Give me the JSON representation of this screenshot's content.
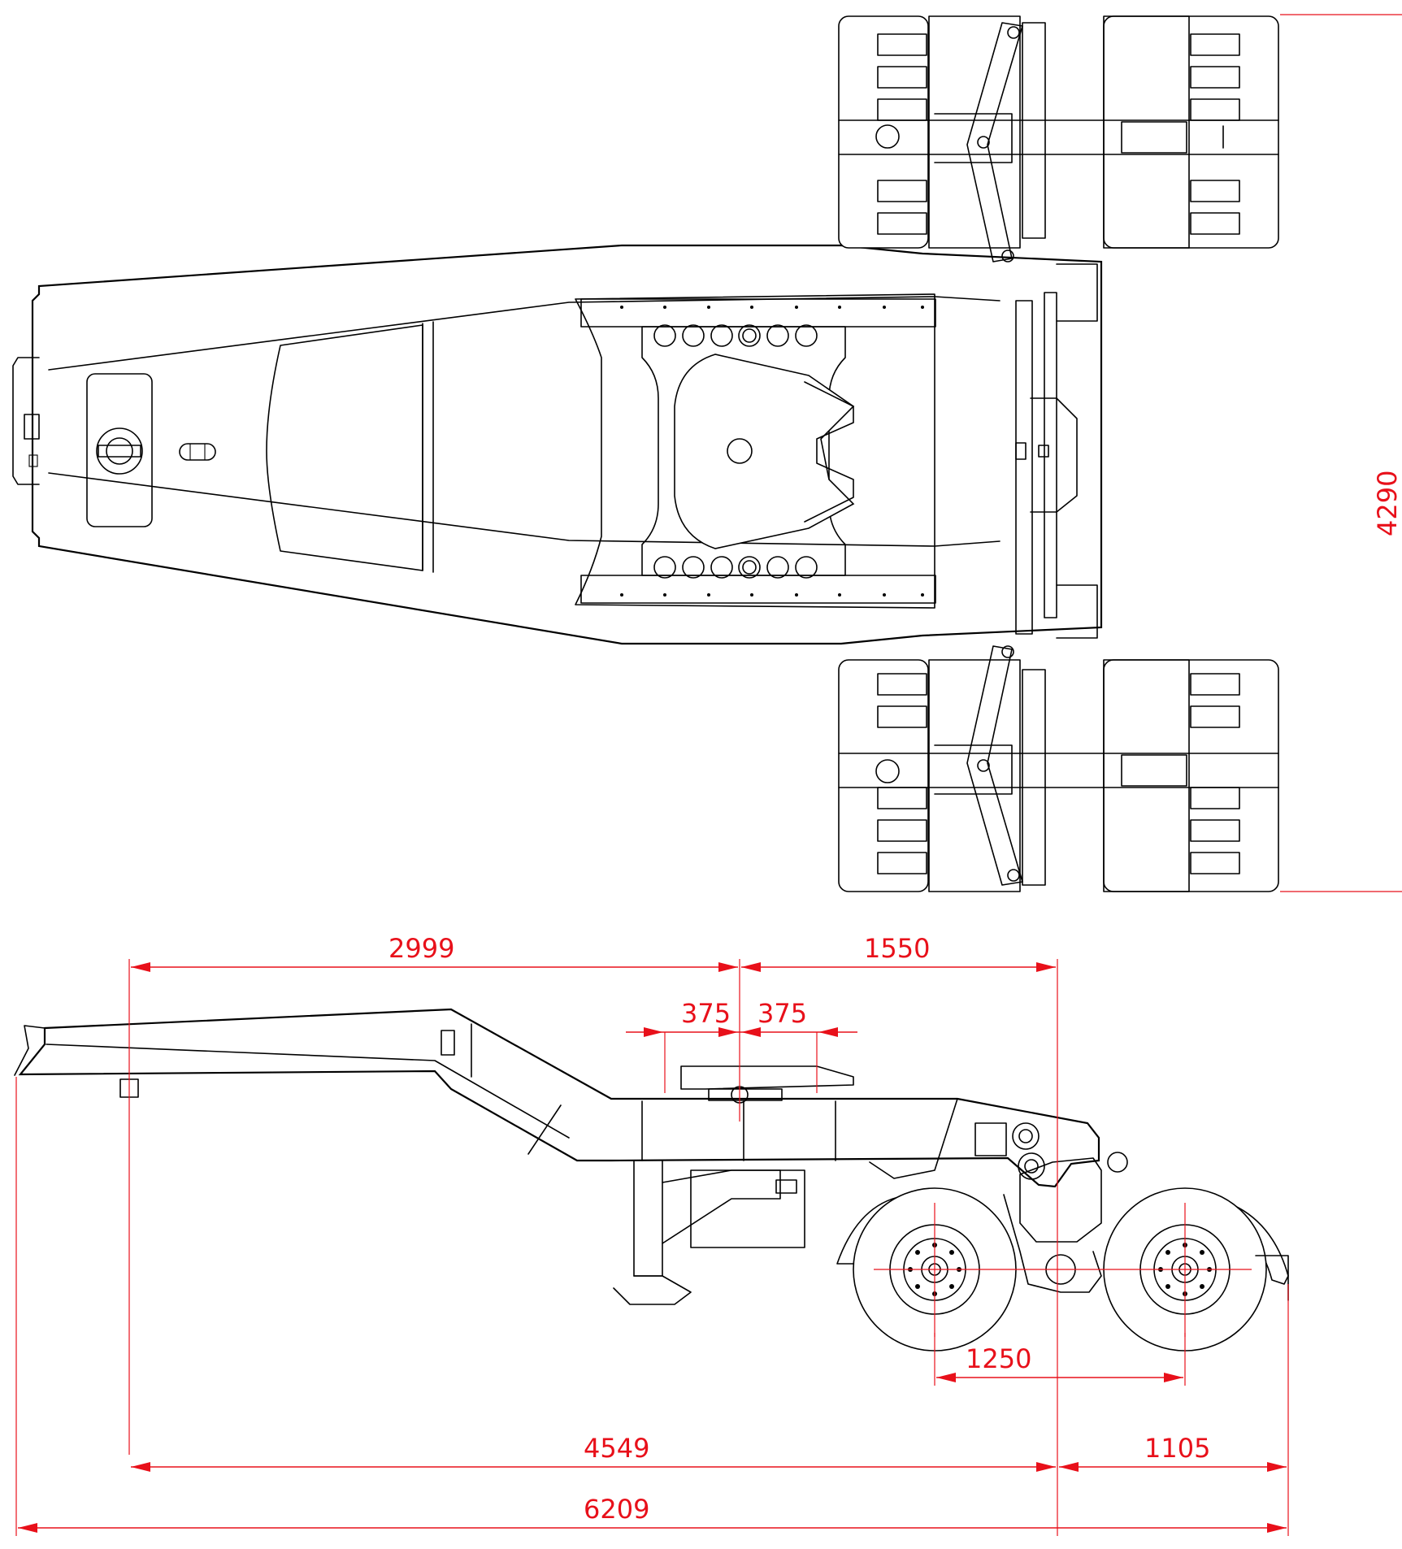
{
  "dimensions": {
    "front_overhang_to_kingpin": "2999",
    "kingpin_to_axle_center": "1550",
    "kingpin_offset_front": "375",
    "kingpin_offset_rear": "375",
    "axle_spacing": "1250",
    "front_to_axle_center": "4549",
    "rear_overhang": "1105",
    "overall_length": "6209",
    "overall_width": "4290"
  },
  "colors": {
    "line": "#000000",
    "dimension": "#e8101a",
    "background": "#ffffff"
  }
}
